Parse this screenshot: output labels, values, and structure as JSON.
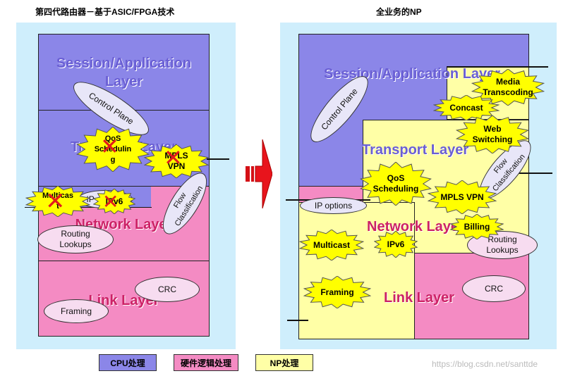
{
  "left": {
    "title": "第四代路由器－基于ASIC/FPGA技术",
    "layers": {
      "session": "Session/Application\nLayer",
      "transport": "Transport Layer",
      "network": "Network Layer",
      "link": "Link Layer"
    },
    "ellipses": {
      "control_plane": "Control Plane",
      "ip_options": "IP options",
      "flow": "Flow\nClassification",
      "routing": "Routing\nLookups",
      "crc": "CRC",
      "framing": "Framing"
    },
    "stars": {
      "qos": "QoS\nSchedulin\ng",
      "mpls": "MPLS\nVPN",
      "multicast": "Multicas\nt",
      "ipv6": "IPv6"
    },
    "cross_mark": "✕"
  },
  "right": {
    "title": "全业务的NP",
    "layers": {
      "session": "Session/Application Layer",
      "transport": "Transport Layer",
      "network": "Network Layer",
      "link": "Link Layer"
    },
    "ellipses": {
      "control_plane": "Control Plane",
      "ip_options": "IP options",
      "flow": "Flow\nClassification",
      "routing": "Routing\nLookups",
      "crc": "CRC"
    },
    "stars": {
      "media": "Media\nTranscoding",
      "concast": "Concast",
      "web": "Web\nSwitching",
      "qos": "QoS\nScheduling",
      "mpls": "MPLS VPN",
      "billing": "Billing",
      "multicast": "Multicast",
      "ipv6": "IPv6",
      "framing": "Framing"
    }
  },
  "legend": {
    "cpu": "CPU处理",
    "hw": "硬件逻辑处理",
    "np": "NP处理"
  },
  "watermark": "https://blog.csdn.net/santtde",
  "colors": {
    "panel": "#cfeefc",
    "purple": "#8b86e8",
    "pink": "#f48bc3",
    "yellow": "#ffffa6",
    "star": "#ffff00",
    "arrow": "#e8141c"
  }
}
